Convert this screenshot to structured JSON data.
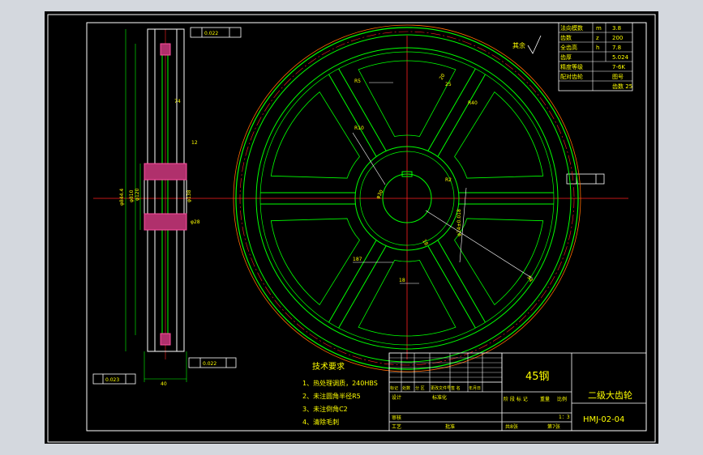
{
  "gear_params": [
    {
      "label": "法向模数",
      "symbol": "m",
      "value": "3.8"
    },
    {
      "label": "齿数",
      "symbol": "z",
      "value": "200"
    },
    {
      "label": "全齿高",
      "symbol": "h",
      "value": "7.8"
    },
    {
      "label": "齿厚",
      "symbol": "",
      "value": "5.024"
    },
    {
      "label": "精度等级",
      "symbol": "",
      "value": "7-6K"
    },
    {
      "label": "配对齿轮",
      "symbol": "",
      "value": "图号"
    },
    {
      "label": "",
      "symbol": "",
      "value": "齿数 25"
    }
  ],
  "roughness_label": "其余",
  "tech_req": {
    "title": "技术要求",
    "items": [
      "1、热处理调质，240HBS",
      "2、未注圆角半径R5",
      "3、未注倒角C2",
      "4、清除毛刺"
    ]
  },
  "title_block": {
    "material": "45钢",
    "part_name": "二级大齿轮",
    "drawing_no": "HMJ-02-04",
    "header_cells": [
      "标记",
      "处数",
      "分 区",
      "更改文件号",
      "签 名",
      "年月日"
    ],
    "row_design": "设计",
    "row_standard": "标准化",
    "row_review": "审核",
    "row_process": "工艺",
    "row_approve": "批准",
    "stage_cells": [
      "阶 段 标 记",
      "重量",
      "比例"
    ],
    "scale": "1：3",
    "sheets": "共8张",
    "sheet_no": "第7张"
  },
  "dims_side": [
    "φ844.4",
    "φ810",
    "φ120",
    "φ138",
    "φ28",
    "12",
    "74",
    "40",
    "0.022",
    "0.022"
  ],
  "dims_front": [
    "R5",
    "R40",
    "20",
    "R10",
    "φ30",
    "φ24±0.018",
    "187",
    "18",
    "18",
    "94",
    "R2",
    "25",
    "0.023"
  ]
}
